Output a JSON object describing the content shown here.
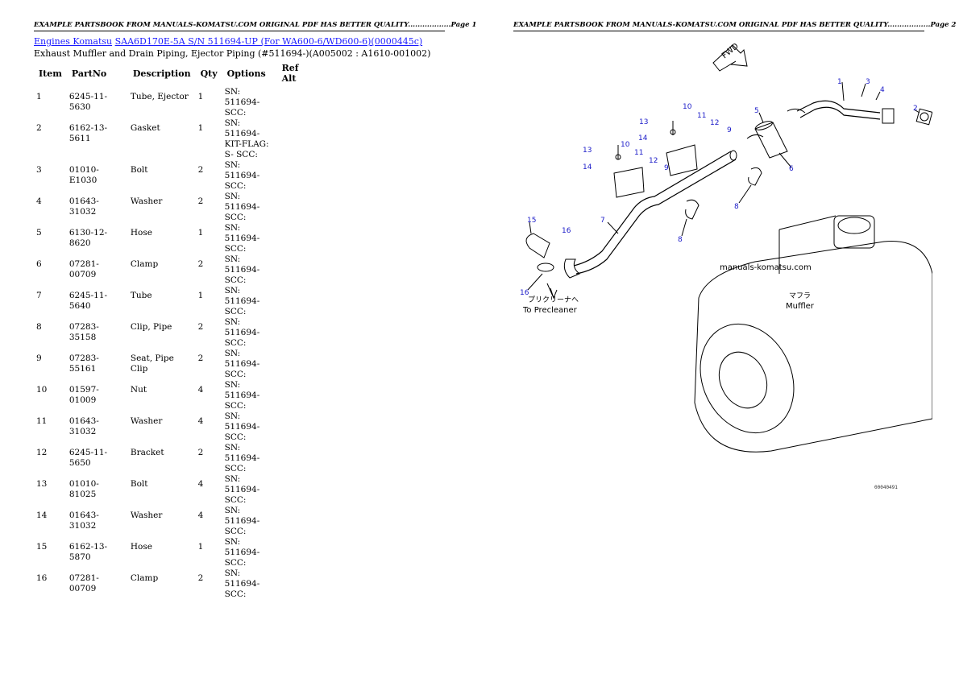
{
  "header": {
    "page1": "EXAMPLE PARTSBOOK FROM MANUALS-KOMATSU.COM ORIGINAL PDF HAS BETTER QUALITY..................Page 1",
    "page2": "EXAMPLE PARTSBOOK FROM MANUALS-KOMATSU.COM ORIGINAL PDF HAS BETTER QUALITY..................Page 2"
  },
  "breadcrumb": {
    "link1": "Engines Komatsu",
    "link2": "SAA6D170E-5A S/N 511694-UP (For WA600-6/WD600-6)(0000445c)"
  },
  "subtitle": "Exhaust Muffler and Drain Piping, Ejector Piping (#511694-)(A005002 : A1610-001002)",
  "table": {
    "columns": [
      "Item",
      "PartNo",
      "Description",
      "Qty",
      "Options",
      "Ref Alt"
    ],
    "rows": [
      {
        "item": "1",
        "part": "6245-11-5630",
        "desc": "Tube, Ejector",
        "qty": "1",
        "opt": "SN: 511694- SCC:",
        "ref": ""
      },
      {
        "item": "2",
        "part": "6162-13-5611",
        "desc": "Gasket",
        "qty": "1",
        "opt": "SN: 511694- KIT-FLAG: S- SCC:",
        "ref": ""
      },
      {
        "item": "3",
        "part": "01010-E1030",
        "desc": "Bolt",
        "qty": "2",
        "opt": "SN: 511694- SCC:",
        "ref": ""
      },
      {
        "item": "4",
        "part": "01643-31032",
        "desc": "Washer",
        "qty": "2",
        "opt": "SN: 511694- SCC:",
        "ref": ""
      },
      {
        "item": "5",
        "part": "6130-12-8620",
        "desc": "Hose",
        "qty": "1",
        "opt": "SN: 511694- SCC:",
        "ref": ""
      },
      {
        "item": "6",
        "part": "07281-00709",
        "desc": "Clamp",
        "qty": "2",
        "opt": "SN: 511694- SCC:",
        "ref": ""
      },
      {
        "item": "7",
        "part": "6245-11-5640",
        "desc": "Tube",
        "qty": "1",
        "opt": "SN: 511694- SCC:",
        "ref": ""
      },
      {
        "item": "8",
        "part": "07283-35158",
        "desc": "Clip, Pipe",
        "qty": "2",
        "opt": "SN: 511694- SCC:",
        "ref": ""
      },
      {
        "item": "9",
        "part": "07283-55161",
        "desc": "Seat, Pipe Clip",
        "qty": "2",
        "opt": "SN: 511694- SCC:",
        "ref": ""
      },
      {
        "item": "10",
        "part": "01597-01009",
        "desc": "Nut",
        "qty": "4",
        "opt": "SN: 511694- SCC:",
        "ref": ""
      },
      {
        "item": "11",
        "part": "01643-31032",
        "desc": "Washer",
        "qty": "4",
        "opt": "SN: 511694- SCC:",
        "ref": ""
      },
      {
        "item": "12",
        "part": "6245-11-5650",
        "desc": "Bracket",
        "qty": "2",
        "opt": "SN: 511694- SCC:",
        "ref": ""
      },
      {
        "item": "13",
        "part": "01010-81025",
        "desc": "Bolt",
        "qty": "4",
        "opt": "SN: 511694- SCC:",
        "ref": ""
      },
      {
        "item": "14",
        "part": "01643-31032",
        "desc": "Washer",
        "qty": "4",
        "opt": "SN: 511694- SCC:",
        "ref": ""
      },
      {
        "item": "15",
        "part": "6162-13-5870",
        "desc": "Hose",
        "qty": "1",
        "opt": "SN: 511694- SCC:",
        "ref": ""
      },
      {
        "item": "16",
        "part": "07281-00709",
        "desc": "Clamp",
        "qty": "2",
        "opt": "SN: 511694- SCC:",
        "ref": ""
      }
    ]
  },
  "diagram": {
    "fwd_label": "FWD",
    "watermark": "manuals-komatsu.com",
    "muffler_jp": "マフラ",
    "muffler_en": "Muffler",
    "precleaner_jp": "プリクリーナへ",
    "precleaner_en": "To Precleaner",
    "drawing_no": "00040491",
    "callouts": [
      "1",
      "2",
      "3",
      "4",
      "5",
      "6",
      "7",
      "8",
      "8",
      "9",
      "9",
      "10",
      "10",
      "11",
      "11",
      "12",
      "12",
      "13",
      "13",
      "14",
      "14",
      "15",
      "16",
      "16"
    ]
  }
}
